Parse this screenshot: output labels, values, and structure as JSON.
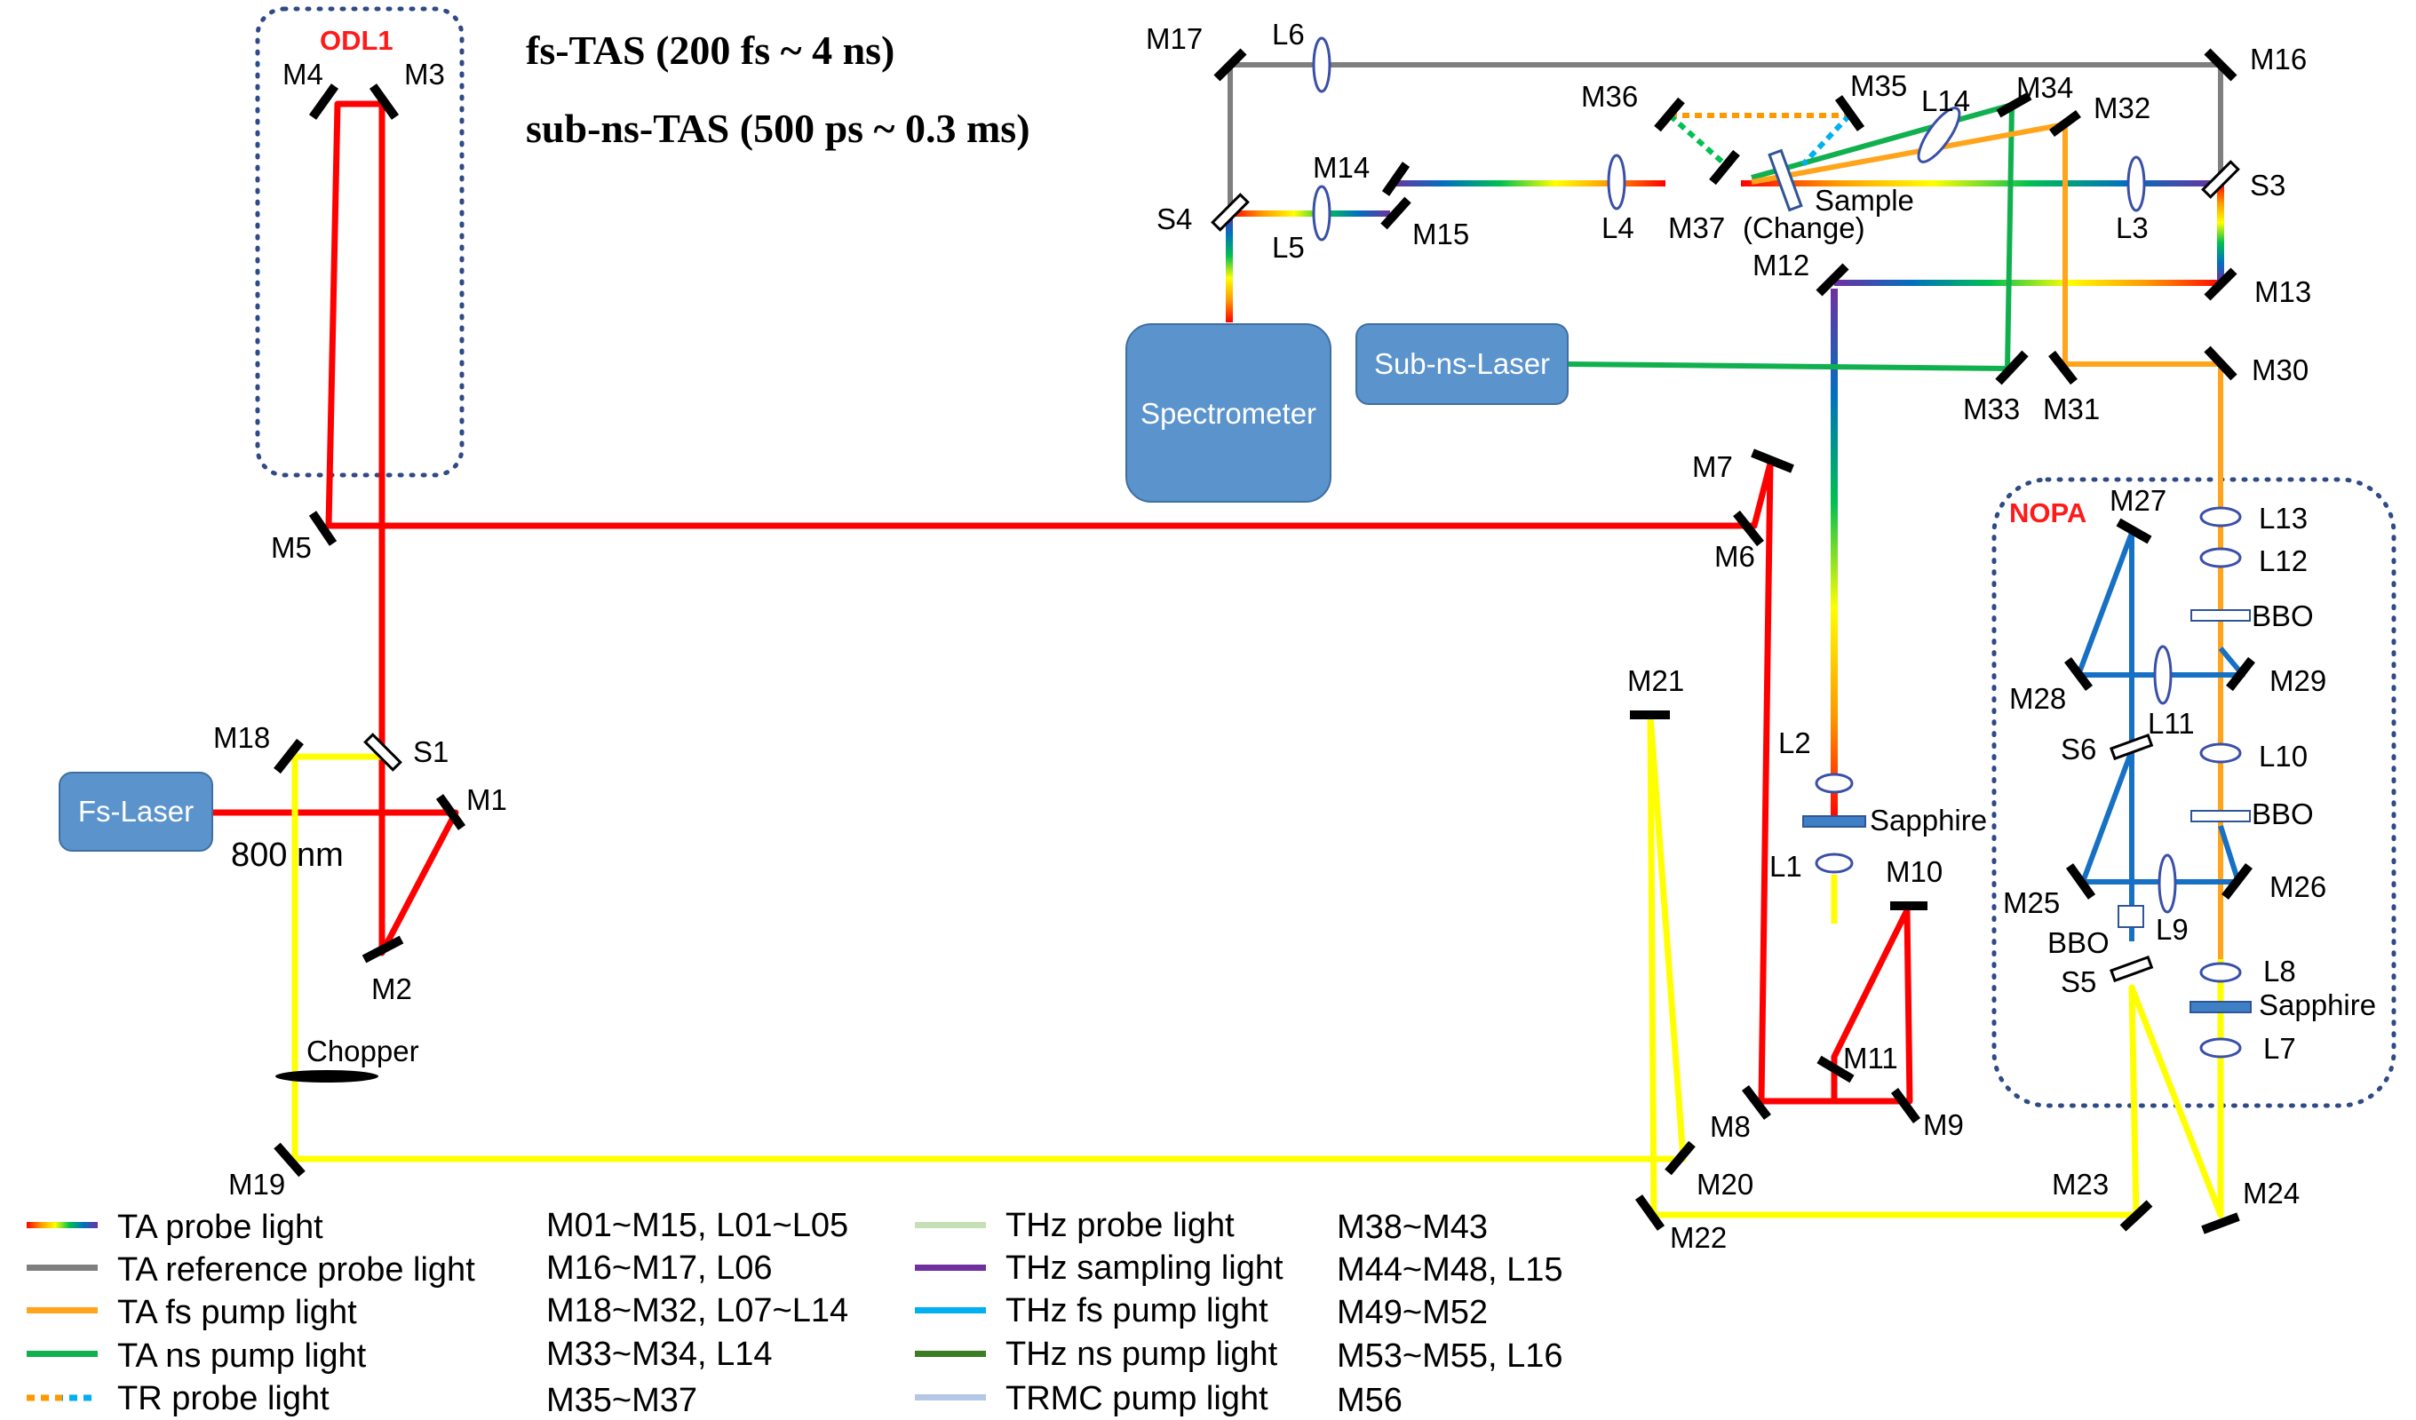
{
  "titles": {
    "line1": "fs-TAS (200 fs ~ 4 ns)",
    "line2": "sub-ns-TAS (500 ps ~ 0.3 ms)"
  },
  "modules": {
    "odl1": "ODL1",
    "nopa": "NOPA",
    "fs_laser": "Fs-Laser",
    "sub_ns_laser": "Sub-ns-Laser",
    "spectrometer": "Spectrometer",
    "wavelength": "800 nm",
    "chopper": "Chopper",
    "sample": "Sample",
    "change": "(Change)"
  },
  "mirrors": {
    "M1": "M1",
    "M2": "M2",
    "M3": "M3",
    "M4": "M4",
    "M5": "M5",
    "M6": "M6",
    "M7": "M7",
    "M8": "M8",
    "M9": "M9",
    "M10": "M10",
    "M11": "M11",
    "M12": "M12",
    "M13": "M13",
    "M14": "M14",
    "M15": "M15",
    "M16": "M16",
    "M17": "M17",
    "M18": "M18",
    "M19": "M19",
    "M20": "M20",
    "M21": "M21",
    "M22": "M22",
    "M23": "M23",
    "M24": "M24",
    "M25": "M25",
    "M26": "M26",
    "M27": "M27",
    "M28": "M28",
    "M29": "M29",
    "M30": "M30",
    "M31": "M31",
    "M32": "M32",
    "M33": "M33",
    "M34": "M34",
    "M35": "M35",
    "M36": "M36",
    "M37": "M37"
  },
  "lenses": {
    "L1": "L1",
    "L2": "L2",
    "L3": "L3",
    "L4": "L4",
    "L5": "L5",
    "L6": "L6",
    "L7": "L7",
    "L8": "L8",
    "L9": "L9",
    "L10": "L10",
    "L11": "L11",
    "L12": "L12",
    "L13": "L13",
    "L14": "L14"
  },
  "splitters": {
    "S1": "S1",
    "S3": "S3",
    "S4": "S4",
    "S5": "S5",
    "S6": "S6"
  },
  "crystals": {
    "sapphire": "Sapphire",
    "bbo": "BBO"
  },
  "legend": {
    "left": [
      {
        "label": "TA probe light",
        "range": "M01~M15,  L01~L05",
        "style": "rainbow"
      },
      {
        "label": "TA reference probe light",
        "range": "M16~M17,  L06",
        "color": "#7f7f7f"
      },
      {
        "label": "TA fs pump light",
        "range": "M18~M32,  L07~L14",
        "color": "#ffa41b"
      },
      {
        "label": "TA ns pump light",
        "range": "M33~M34,  L14",
        "color": "#11b04f"
      },
      {
        "label": "TR probe light",
        "range": "M35~M37",
        "style": "dotted-rainbow"
      }
    ],
    "right": [
      {
        "label": "THz probe light",
        "range": "M38~M43",
        "color": "#c5e0b4"
      },
      {
        "label": "THz sampling light",
        "range": "M44~M48,  L15",
        "color": "#7030a0"
      },
      {
        "label": "THz fs pump light",
        "range": "M49~M52",
        "color": "#00b0f0"
      },
      {
        "label": "THz ns pump light",
        "range": "M53~M55,  L16",
        "color": "#3a7d22"
      },
      {
        "label": "TRMC pump light",
        "range": "M56",
        "color": "#b4c7e7"
      }
    ]
  },
  "colors": {
    "red_beam": "#ff0000",
    "yellow_beam": "#ffff00",
    "gray_beam": "#7f7f7f",
    "green_beam": "#11b04f",
    "orange_beam": "#ffa41b",
    "blue_beam": "#1670c4",
    "box_fill": "#5b93cc",
    "nopa_border": "#2f4a86"
  }
}
